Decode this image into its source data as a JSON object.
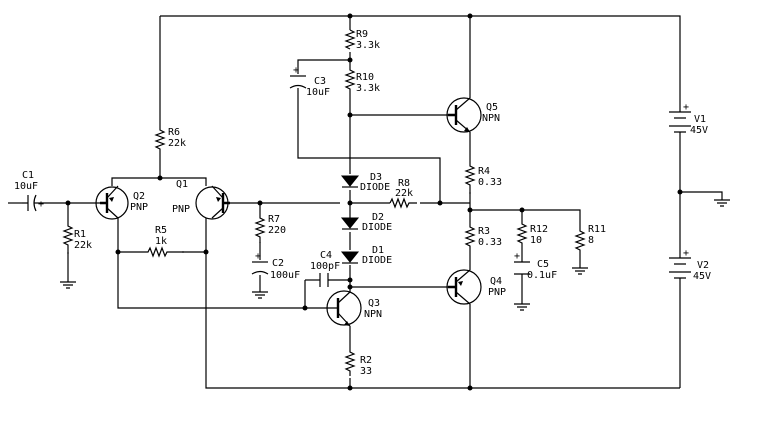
{
  "components": {
    "C1": {
      "name": "C1",
      "value": "10uF"
    },
    "C2": {
      "name": "C2",
      "value": "100uF"
    },
    "C3": {
      "name": "C3",
      "value": "10uF"
    },
    "C4": {
      "name": "C4",
      "value": "100pF"
    },
    "C5": {
      "name": "C5",
      "value": "0.1uF"
    },
    "R1": {
      "name": "R1",
      "value": "22k"
    },
    "R2": {
      "name": "R2",
      "value": "33"
    },
    "R3": {
      "name": "R3",
      "value": "0.33"
    },
    "R4": {
      "name": "R4",
      "value": "0.33"
    },
    "R5": {
      "name": "R5",
      "value": "1k"
    },
    "R6": {
      "name": "R6",
      "value": "22k"
    },
    "R7": {
      "name": "R7",
      "value": "220"
    },
    "R8": {
      "name": "R8",
      "value": "22k"
    },
    "R9": {
      "name": "R9",
      "value": "3.3k"
    },
    "R10": {
      "name": "R10",
      "value": "3.3k"
    },
    "R11": {
      "name": "R11",
      "value": "8"
    },
    "R12": {
      "name": "R12",
      "value": "10"
    },
    "D1": {
      "name": "D1",
      "value": "DIODE"
    },
    "D2": {
      "name": "D2",
      "value": "DIODE"
    },
    "D3": {
      "name": "D3",
      "value": "DIODE"
    },
    "Q1": {
      "name": "Q1",
      "value": "PNP"
    },
    "Q2": {
      "name": "Q2",
      "value": "PNP"
    },
    "Q3": {
      "name": "Q3",
      "value": "NPN"
    },
    "Q4": {
      "name": "Q4",
      "value": "PNP"
    },
    "Q5": {
      "name": "Q5",
      "value": "NPN"
    },
    "V1": {
      "name": "V1",
      "value": "45V"
    },
    "V2": {
      "name": "V2",
      "value": "45V"
    }
  },
  "polarity": {
    "plus": "+"
  }
}
